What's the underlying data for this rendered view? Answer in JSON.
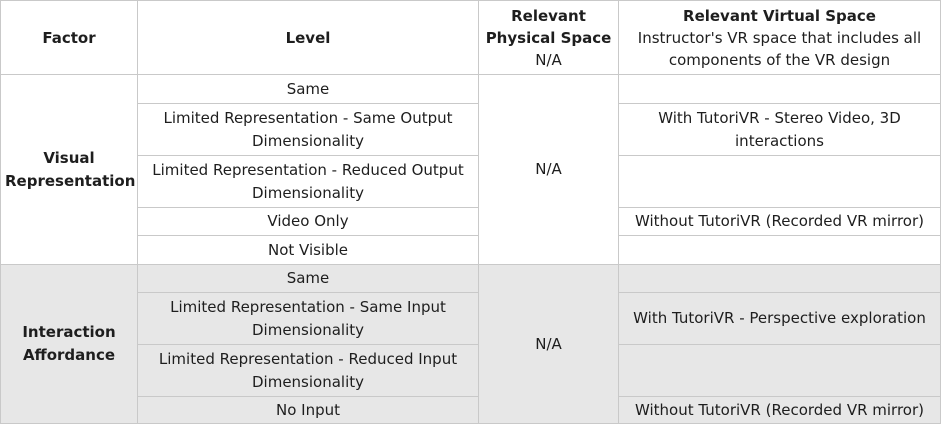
{
  "headers": {
    "factor": "Factor",
    "level": "Level",
    "physical_title": "Relevant Physical Space",
    "physical_sub": "N/A",
    "virtual_title": "Relevant Virtual Space",
    "virtual_sub": "Instructor's VR space that includes all components of the VR design"
  },
  "groups": [
    {
      "factor": "Visual Representation",
      "physical": "N/A",
      "shaded": false,
      "rows": [
        {
          "level": "Same",
          "virtual": ""
        },
        {
          "level": "Limited Representation - Same Output Dimensionality",
          "virtual": "With TutoriVR - Stereo Video, 3D interactions"
        },
        {
          "level": "Limited Representation - Reduced Output Dimensionality",
          "virtual": ""
        },
        {
          "level": "Video Only",
          "virtual": "Without TutoriVR (Recorded VR mirror)"
        },
        {
          "level": "Not Visible",
          "virtual": ""
        }
      ]
    },
    {
      "factor": "Interaction Affordance",
      "physical": "N/A",
      "shaded": true,
      "rows": [
        {
          "level": "Same",
          "virtual": ""
        },
        {
          "level": "Limited Representation - Same Input Dimensionality",
          "virtual": "With TutoriVR - Perspective exploration"
        },
        {
          "level": "Limited Representation - Reduced Input Dimensionality",
          "virtual": ""
        },
        {
          "level": "No Input",
          "virtual": "Without TutoriVR (Recorded VR mirror)"
        }
      ]
    }
  ]
}
